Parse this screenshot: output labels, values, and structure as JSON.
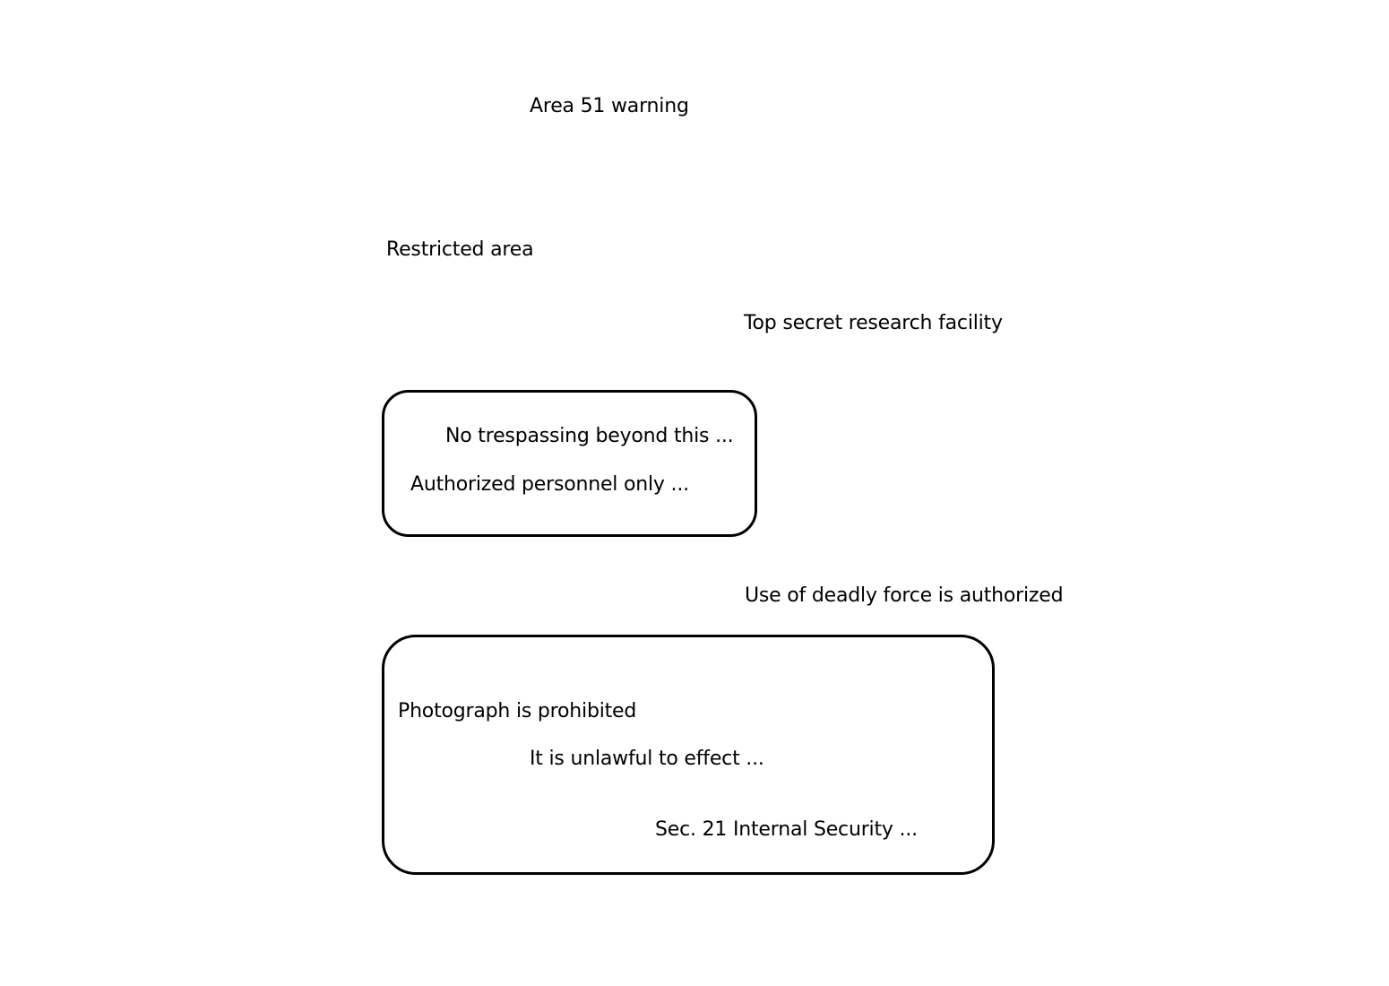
{
  "title": "Area 51 warning",
  "labels": {
    "restricted_area": "Restricted area",
    "top_secret": "Top secret research facility",
    "deadly_force": "Use of deadly force is authorized"
  },
  "box_1": {
    "line_1": "No trespassing beyond this ...",
    "line_2": "Authorized personnel only ..."
  },
  "box_2": {
    "line_1": "Photograph is prohibited",
    "line_2": "It is unlawful to effect ...",
    "line_3": "Sec. 21 Internal Security ..."
  },
  "colors": {
    "background": "#ffffff",
    "foreground": "#000000"
  }
}
